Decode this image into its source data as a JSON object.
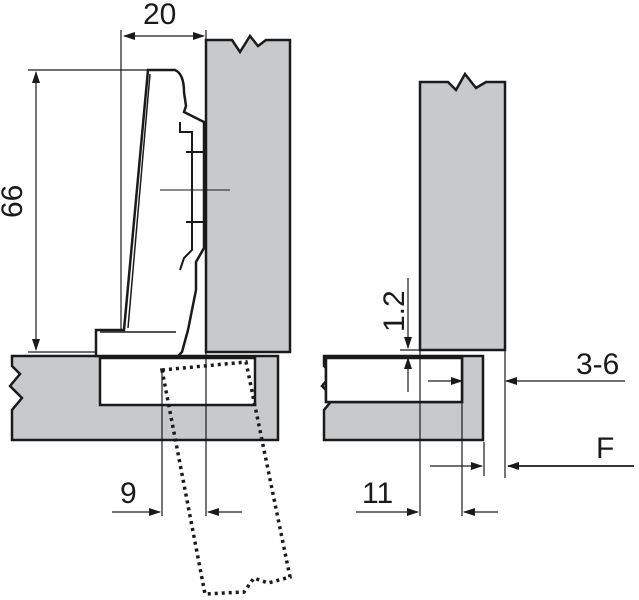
{
  "colors": {
    "panel": "#c8c9cb",
    "line": "#1a1a1a",
    "background": "#ffffff"
  },
  "dimensions": {
    "width_top": "20",
    "height_left": "66",
    "offset_left": "9",
    "gap_right": "1.2",
    "overlay_right": "3-6",
    "offset_right": "11"
  },
  "labels": {
    "force": "F"
  }
}
